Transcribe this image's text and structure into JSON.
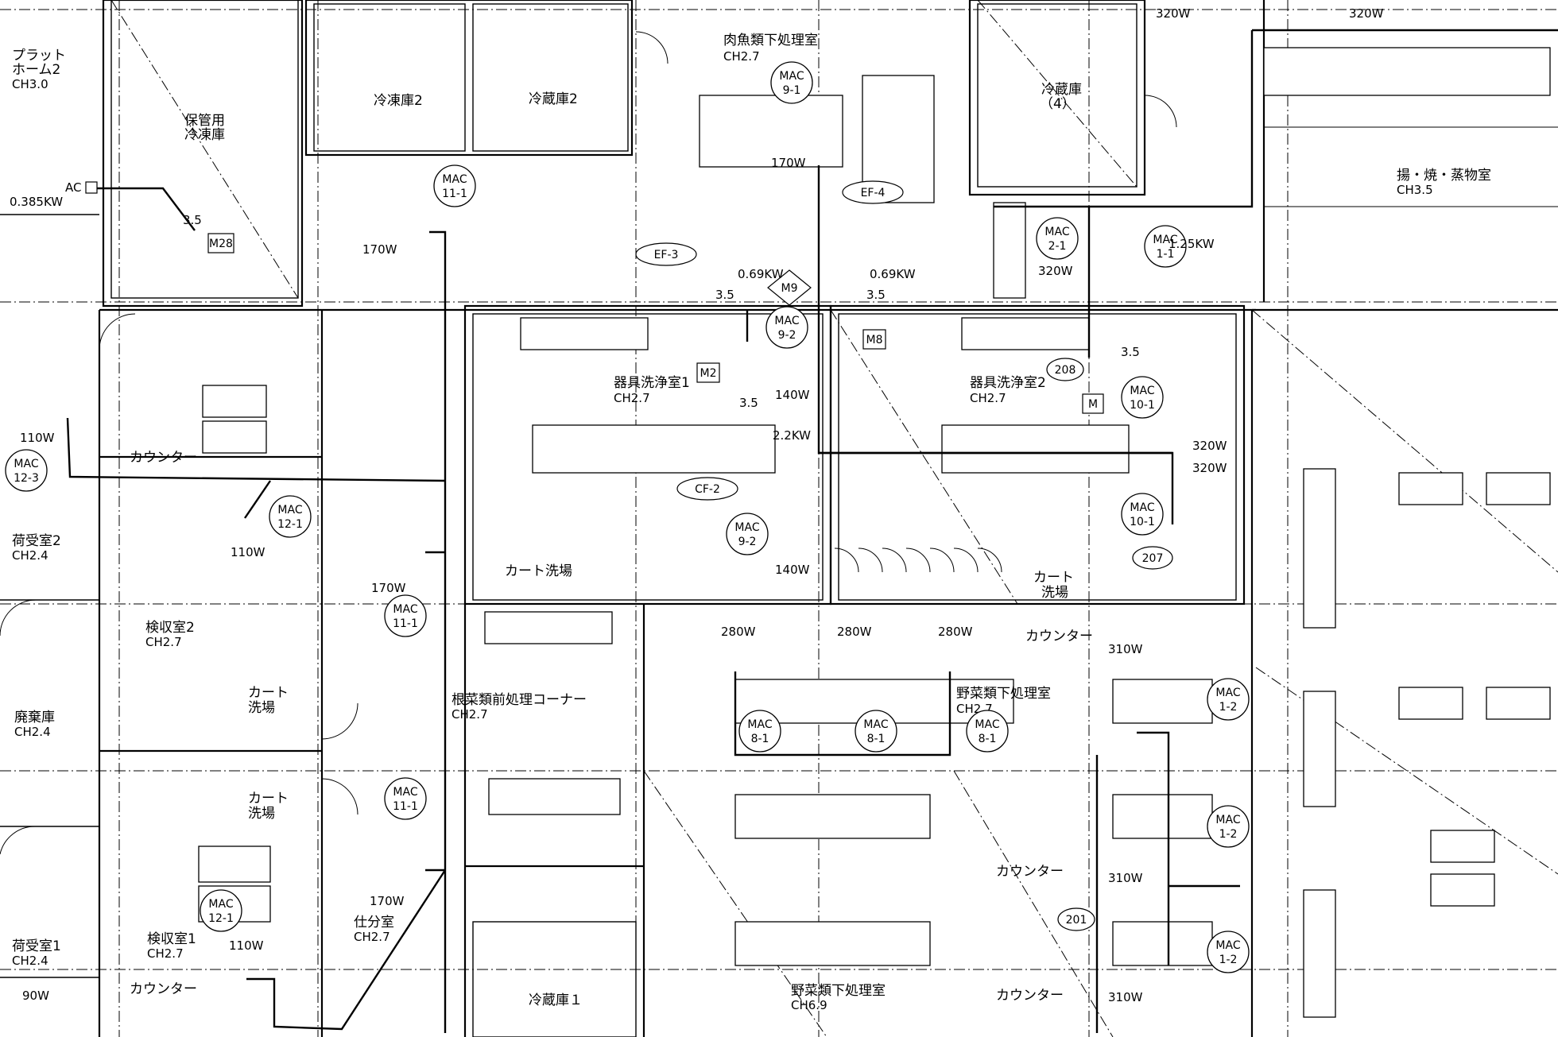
{
  "drawing": {
    "rooms": {
      "platform2": [
        "プラット",
        "ホーム2",
        "CH3.0"
      ],
      "storage_freezer": [
        "保管用",
        "冷凍庫"
      ],
      "freezer2": "冷凍庫2",
      "cold_room2": "冷蔵庫2",
      "meat_fish": [
        "肉魚類下処理室",
        "CH2.7"
      ],
      "cold_room4": [
        "冷蔵庫",
        "（4）"
      ],
      "fry_steam": [
        "揚・焼・蒸物室",
        "CH3.5"
      ],
      "wash1": [
        "器具洗浄室1",
        "CH2.7"
      ],
      "wash2": [
        "器具洗浄室2",
        "CH2.7"
      ],
      "counter": "カウンター",
      "receiving2": [
        "荷受室2",
        "CH2.4"
      ],
      "inspection2": [
        "検収室2",
        "CH2.7"
      ],
      "cart_wash": [
        "カート",
        "洗場"
      ],
      "cart_wash_line": "カート洗場",
      "waste": [
        "廃棄庫",
        "CH2.4"
      ],
      "root_veg": [
        "根菜類前処理コーナー",
        "CH2.7"
      ],
      "veg_prep_a": [
        "野菜類下処理室",
        "CH2.7"
      ],
      "veg_prep_b": [
        "野菜類下処理室",
        "CH6.9"
      ],
      "receiving1": [
        "荷受室1",
        "CH2.4"
      ],
      "inspection1": [
        "検収室1",
        "CH2.7"
      ],
      "sorting": [
        "仕分室",
        "CH2.7"
      ],
      "cold_room1": "冷蔵庫１"
    },
    "tags": {
      "mac_11_1": [
        "MAC",
        "11-1"
      ],
      "mac_9_1": [
        "MAC",
        "9-1"
      ],
      "mac_9_2": [
        "MAC",
        "9-2"
      ],
      "mac_2_1": [
        "MAC",
        "2-1"
      ],
      "mac_1_1": [
        "MAC",
        "1-1"
      ],
      "mac_10_1": [
        "MAC",
        "10-1"
      ],
      "mac_12_3": [
        "MAC",
        "12-3"
      ],
      "mac_12_1": [
        "MAC",
        "12-1"
      ],
      "mac_8_1": [
        "MAC",
        "8-1"
      ],
      "mac_1_2": [
        "MAC",
        "1-2"
      ],
      "ef3": "EF-3",
      "ef4": "EF-4",
      "cf2": "CF-2",
      "n208": "208",
      "n207": "207",
      "n201": "201",
      "m28": "M28",
      "m9": "M9",
      "m8": "M8",
      "m2": "M2",
      "m": "M",
      "ac": "AC"
    },
    "ratings": {
      "w320": "320W",
      "w170": "170W",
      "w140": "140W",
      "w110": "110W",
      "w90": "90W",
      "w280": "280W",
      "w310": "310W",
      "kw069": "0.69KW",
      "kw125": "1.25KW",
      "kw22": "2.2KW",
      "kw0385": "0.385KW",
      "d35": "3.5"
    }
  }
}
